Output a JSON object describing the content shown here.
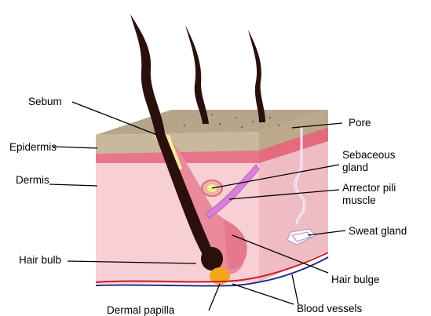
{
  "labels": {
    "sebum": "Sebum",
    "epidermis": "Epidermis",
    "dermis": "Dermis",
    "hair_bulb": "Hair bulb",
    "dermal_papilla": "Dermal papilla",
    "pore": "Pore",
    "sebaceous_gland_line1": "Sebaceous",
    "sebaceous_gland_line2": "gland",
    "arrector_pili_line1": "Arrector pili",
    "arrector_pili_line2": "muscle",
    "sweat_gland": "Sweat gland",
    "hair_bulge": "Hair bulge",
    "blood_vessels": "Blood vessels"
  },
  "colors": {
    "epidermis_top": "#b5a58a",
    "epidermis_front": "#c8b89e",
    "dermis": "#f7cfd5",
    "dermis_side": "#efbcc3",
    "dermal_boundary": "#e8768a",
    "follicle": "#ea8a9a",
    "hair": "#2a0f0c",
    "sebum": "#f2ec9a",
    "papilla": "#f5a71c",
    "blood_vessel_red": "#c81e2c",
    "blood_vessel_blue": "#2a2c8c",
    "sweat_duct": "#ffffff"
  }
}
